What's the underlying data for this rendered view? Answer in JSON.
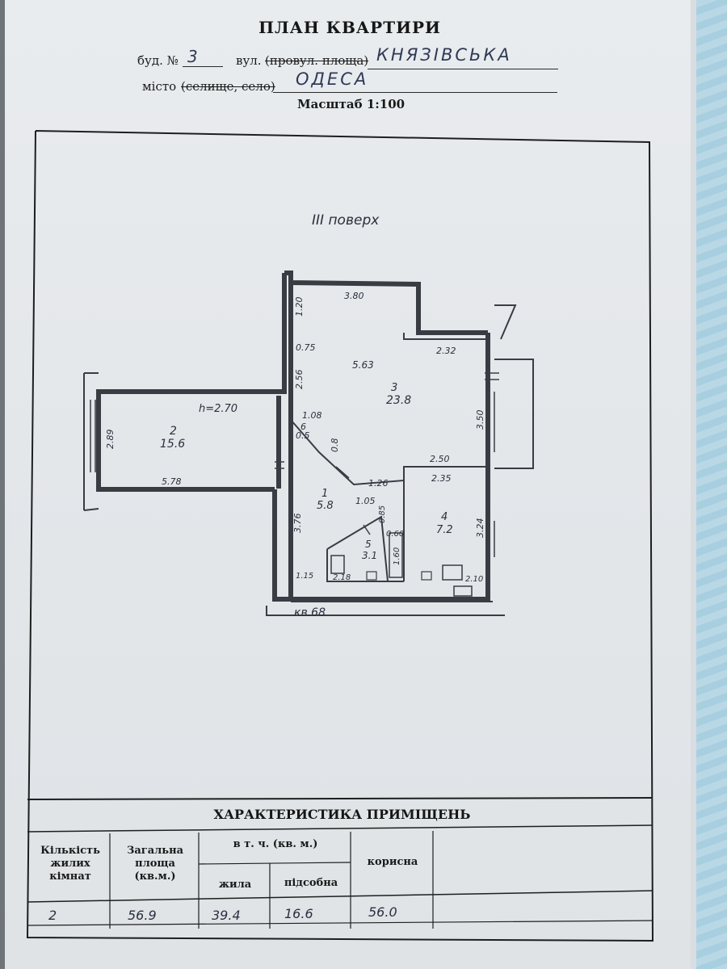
{
  "header": {
    "title": "ПЛАН КВАРТИРИ",
    "building_label": "буд. №",
    "building_value": "3",
    "street_label_prefix": "вул.",
    "street_label_struck": "(провул. площа)",
    "street_value": "КНЯЗІВСЬКА",
    "city_label_prefix": "місто",
    "city_label_struck": "(селище, село)",
    "city_value": "ОДЕСА",
    "scale_text": "Масштаб   1:100"
  },
  "plan": {
    "floor_note": "III поверх",
    "apartment_note": "кв.68",
    "height_note": "h=2.70",
    "rooms": [
      {
        "number": "2",
        "area": "15.6"
      },
      {
        "number": "3",
        "area": "23.8"
      },
      {
        "number": "1",
        "area": "5.8"
      },
      {
        "number": "4",
        "area": "7.2"
      },
      {
        "number": "5",
        "area": "3.1"
      },
      {
        "number": "6",
        "area": "0.5"
      }
    ],
    "dimensions": [
      "3.80",
      "1.20",
      "0.75",
      "2.56",
      "5.63",
      "2.32",
      "3.50",
      "2.50",
      "2.35",
      "1.08",
      "0.8",
      "1.26",
      "1.05",
      "0.85",
      "0.60",
      "1.60",
      "3.24",
      "2.10",
      "2.18",
      "3.76",
      "1.15",
      "2.89",
      "5.78"
    ]
  },
  "characteristics": {
    "title": "ХАРАКТЕРИСТИКА ПРИМІЩЕНЬ",
    "col_rooms": "Кількість жилих кімнат",
    "col_total": "Загальна площа (кв.м.)",
    "col_incl": "в т. ч. (кв. м.)",
    "col_living": "жила",
    "col_aux": "підсобна",
    "col_useful": "корисна",
    "values": {
      "rooms": "2",
      "total": "56.9",
      "living": "39.4",
      "aux": "16.6",
      "useful": "56.0"
    }
  }
}
